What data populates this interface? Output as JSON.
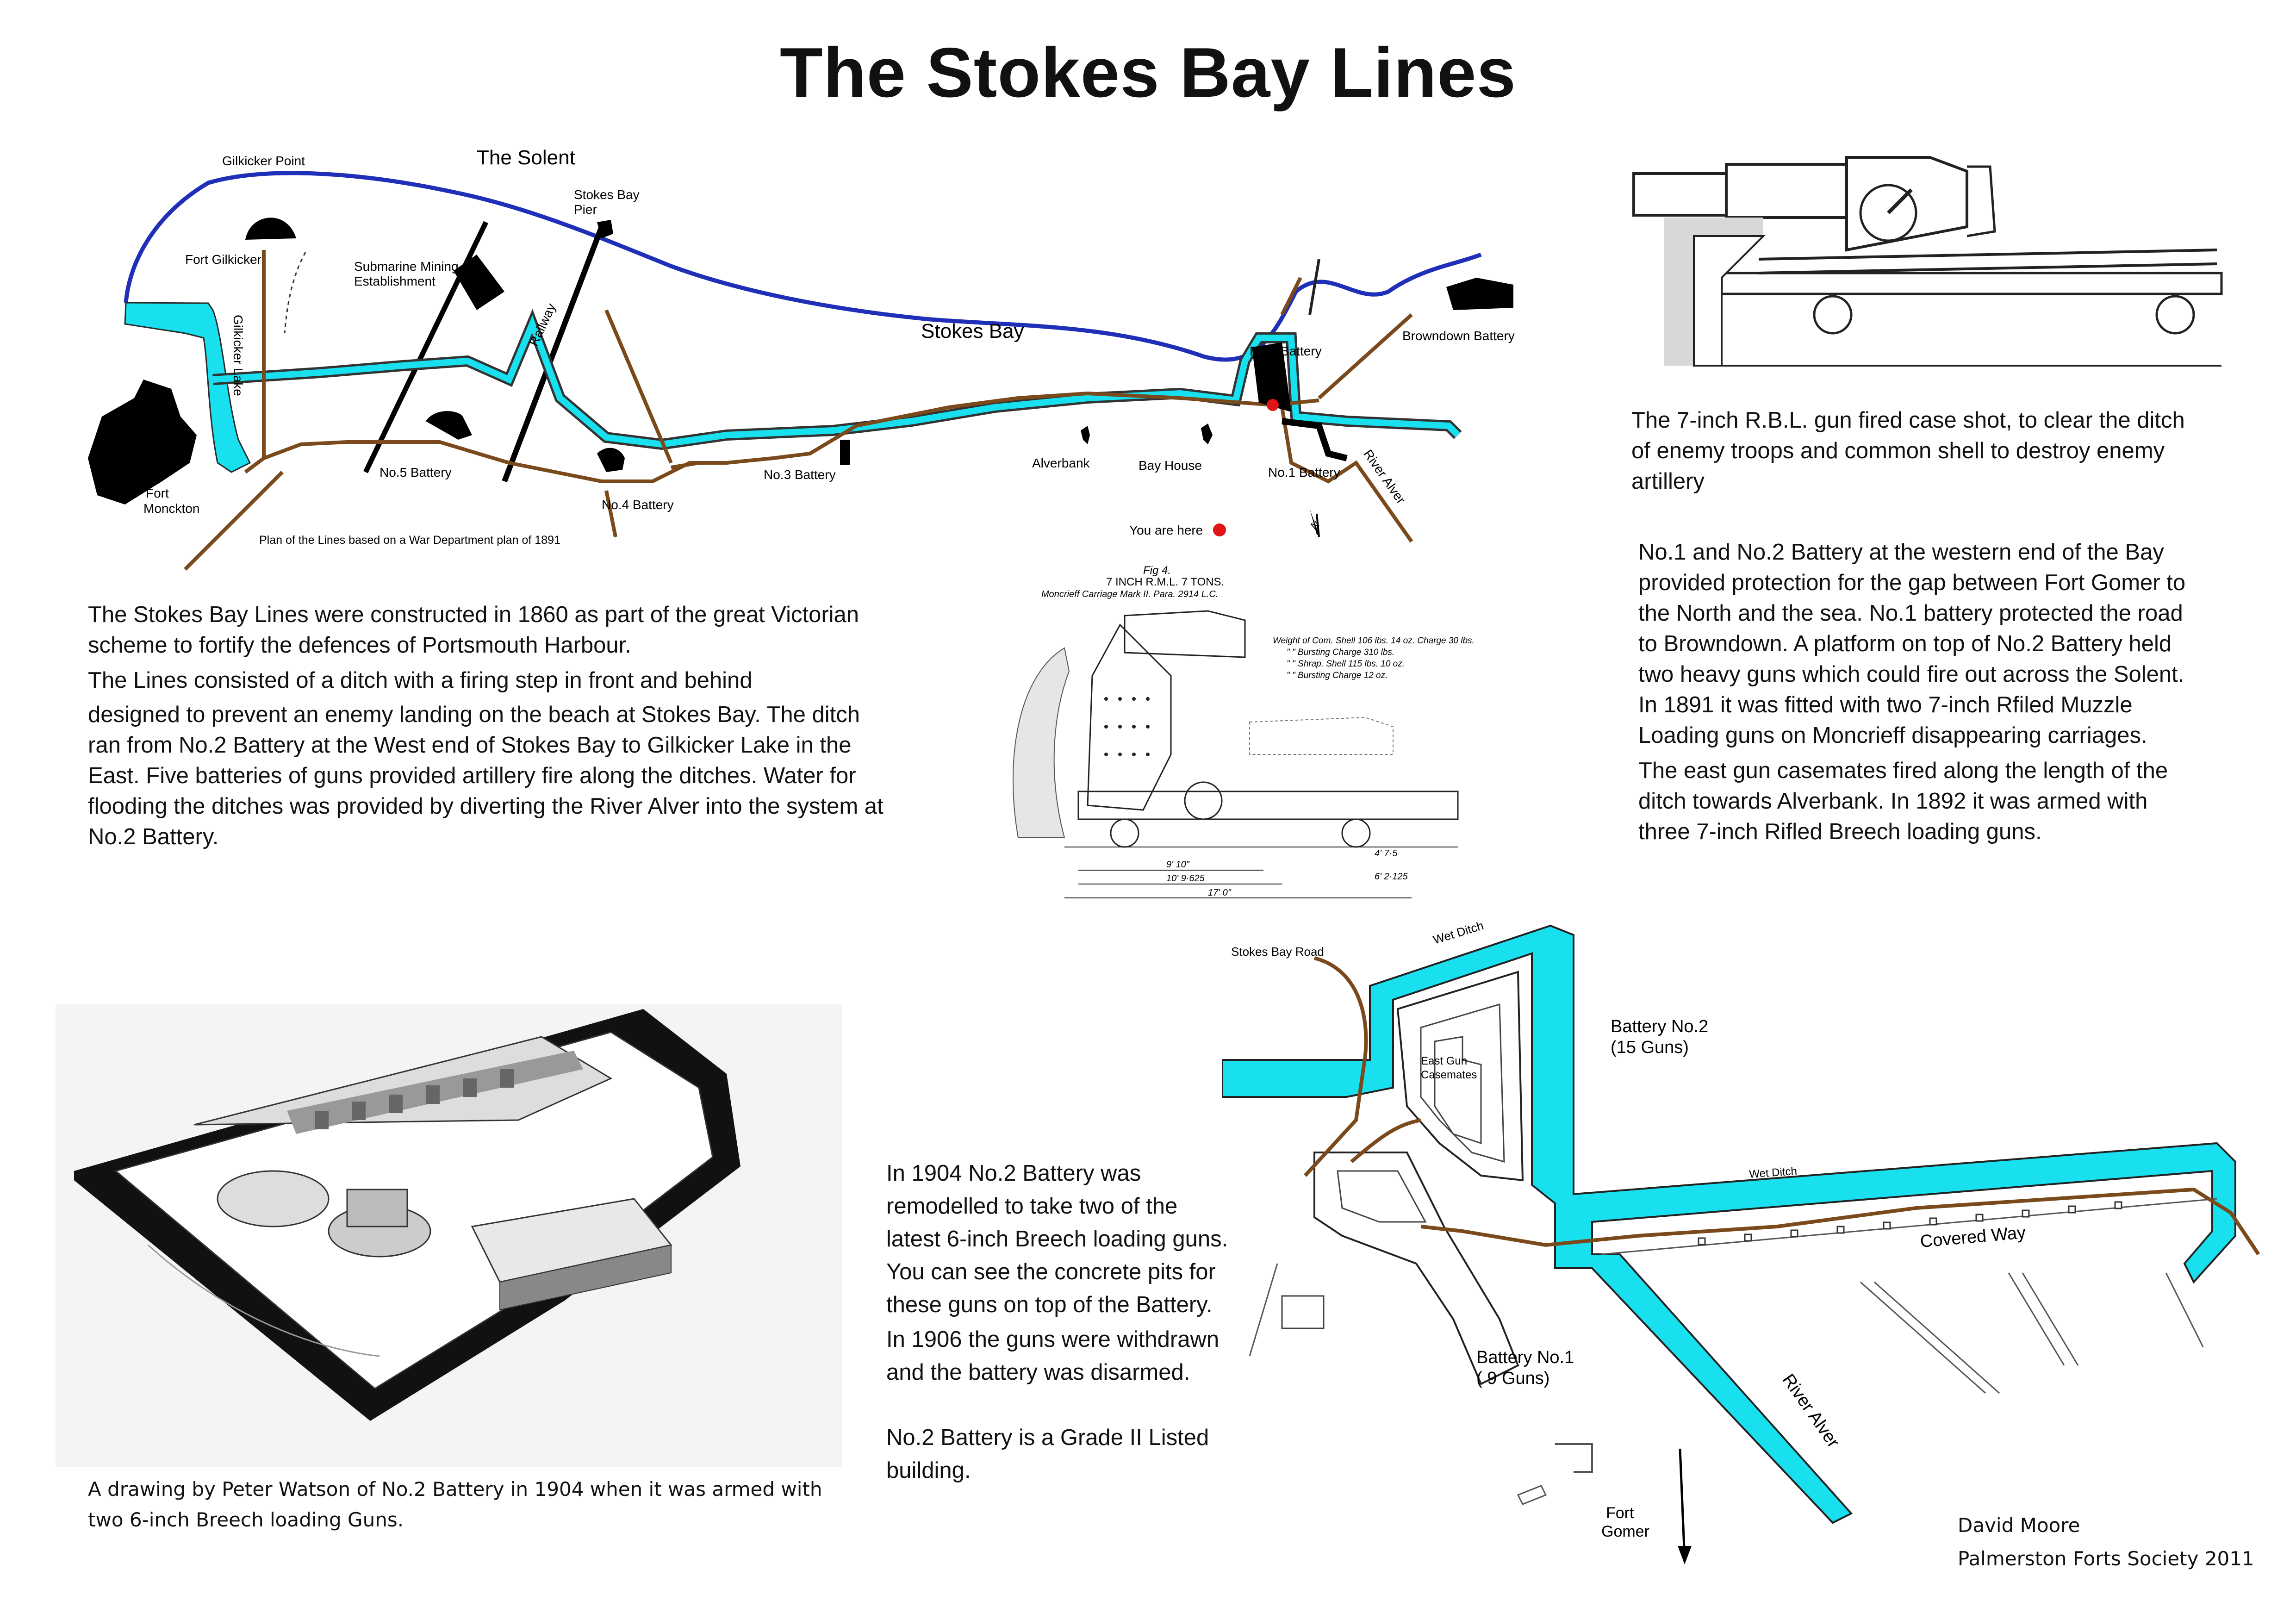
{
  "title": "The Stokes Bay Lines",
  "map": {
    "labels": {
      "solent": "The Solent",
      "gilkicker_point": "Gilkicker Point",
      "fort_gilkicker": "Fort Gilkicker",
      "submarine": "Submarine Mining",
      "establishment": "Establishment",
      "pier_1": "Stokes Bay",
      "pier_2": "Pier",
      "railway": "Railway",
      "stokes_bay": "Stokes Bay",
      "no2": "No.2 Battery",
      "browndown": "Browndown Battery",
      "gilkicker_lake": "Gilkicker Lake",
      "fort": "Fort",
      "monckton": "Monckton",
      "no5": "No.5 Battery",
      "no4": "No.4 Battery",
      "no3": "No.3 Battery",
      "alverbank": "Alverbank",
      "bay_house": "Bay House",
      "no1": "No.1 Battery",
      "river_alver": "River Alver",
      "you_are_here": "You are here",
      "north": "N",
      "plan_note": "Plan of the Lines based on  a War Department plan of 1891"
    }
  },
  "gun_caption": [
    "The 7-inch R.B.L. gun fired case shot, to clear the ditch",
    "of enemy troops and common shell  to destroy enemy",
    "artillery"
  ],
  "battery_text": {
    "p1": [
      "No.1 and No.2 Battery at the western end of the Bay",
      "provided protection for the gap between Fort Gomer to",
      "the North and the sea. No.1 battery protected the road",
      "to Browndown. A platform on top of No.2 Battery held",
      "two heavy guns which could fire out across the Solent.",
      "In 1891 it was fitted with two 7-inch Rfiled Muzzle",
      "Loading guns on Moncrieff disappearing carriages."
    ],
    "p2": [
      "The east gun casemates fired along the length of the",
      "ditch towards Alverbank. In 1892 it was armed with",
      "three 7-inch Rifled Breech loading guns."
    ]
  },
  "intro": {
    "p1": [
      "The Stokes  Bay Lines were constructed in 1860 as part of the great Victorian",
      "scheme to fortify the defences of Portsmouth Harbour."
    ],
    "p2": [
      "The Lines consisted of a ditch with a firing step in front and behind",
      "designed to prevent an enemy landing on the beach at Stokes Bay. The ditch",
      "ran from No.2 Battery at the West end of Stokes Bay to Gilkicker Lake in the",
      "East. Five batteries of guns provided  artillery fire along the ditches. Water for",
      "flooding the ditches was provided by diverting the River Alver into the system at",
      "No.2 Battery."
    ]
  },
  "moncrieff": {
    "fig": "Fig 4.",
    "title": "7 INCH R.M.L. 7 TONS.",
    "subtitle": "Moncrieff Carriage Mark II. Para. 2914 L.C.",
    "specs": [
      "Weight of Com. Shell 106 lbs. 14 oz. Charge 30 lbs.",
      "\"      \"  Bursting Charge  310 lbs.",
      "\"      \"  Shrap. Shell 115 lbs. 10 oz.",
      "\"      \"  Bursting Charge 12 oz."
    ],
    "dims": [
      "9' 10\"",
      "10' 9·625",
      "17' 0\"",
      "4' 7·5",
      "6' 2·125"
    ]
  },
  "drawing_caption": [
    "A drawing by Peter Watson of No.2 Battery in 1904 when it was armed with",
    "two 6-inch Breech loading Guns."
  ],
  "history_text": {
    "p1": [
      "In 1904 No.2 Battery was",
      "remodelled to take two of the",
      "latest 6-inch Breech loading guns.",
      "You can see the concrete pits for",
      "these guns on top of the Battery."
    ],
    "p2": [
      "In 1906 the guns were withdrawn",
      "and the battery was disarmed."
    ],
    "p3": [
      "No.2 Battery is a Grade II Listed",
      "building."
    ]
  },
  "plan": {
    "labels": {
      "wet_ditch": "Wet Ditch",
      "stokes_bay_road": "Stokes Bay Road",
      "east_gun": "East Gun",
      "casemates": "Casemates",
      "battery2_a": "Battery No.2",
      "battery2_b": "(15 Guns)",
      "wet_ditch2": "Wet Ditch",
      "covered_way": "Covered Way",
      "battery1_a": "Battery No.1",
      "battery1_b": "( 9 Guns)",
      "river_alver": "River Alver",
      "fort": "Fort",
      "gomer": "Gomer"
    }
  },
  "credits": {
    "author": "David Moore",
    "society": "Palmerston Forts Society 2011"
  },
  "colors": {
    "water": "#19e0ef",
    "coast": "#1f2fb8",
    "road": "#7a4a1c",
    "marker": "#e01414"
  }
}
